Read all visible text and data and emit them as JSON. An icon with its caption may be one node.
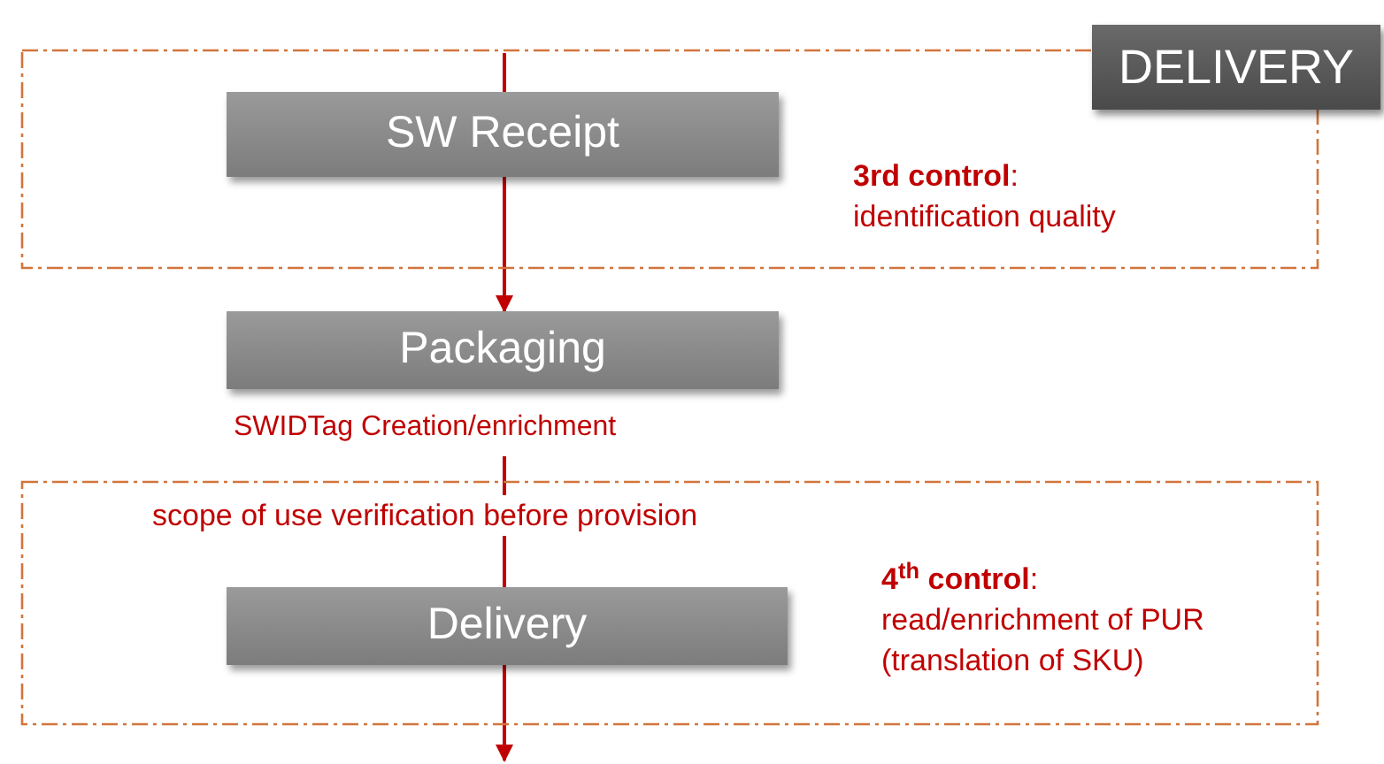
{
  "diagram": {
    "nodes": [
      {
        "text": [
          "**3rd control**: identification quality"
        ]
      },
      {
        "text": [
          "DELIVERY"
        ]
      },
      {
        "text": [
          "SW Receipt"
        ],
        "in": 0
      },
      {
        "text": [
          "Packaging"
        ],
        "beside": [
          "SWIDTag Creation/enrichment"
        ]
      },
      {
        "text": [
          "scope of use verification before provision",
          "**4$^{th}$ control**: read/enrichment of PUR (translation of SKU)"
        ]
      },
      {
        "text": [
          "Delivery"
        ],
        "in": 4
      }
    ],
    "edges": [
      {
        "from": null,
        "to": 2,
        "arrow": "none",
        "color": "#c00000"
      },
      {
        "from": 2,
        "to": 3,
        "arrow": "to",
        "color": "#c00000"
      },
      {
        "from": 3,
        "to": 5,
        "arrow": "none",
        "color": "#c00000"
      },
      {
        "from": 5,
        "to": null,
        "arrow": "to",
        "color": "#c00000"
      }
    ]
  }
}
